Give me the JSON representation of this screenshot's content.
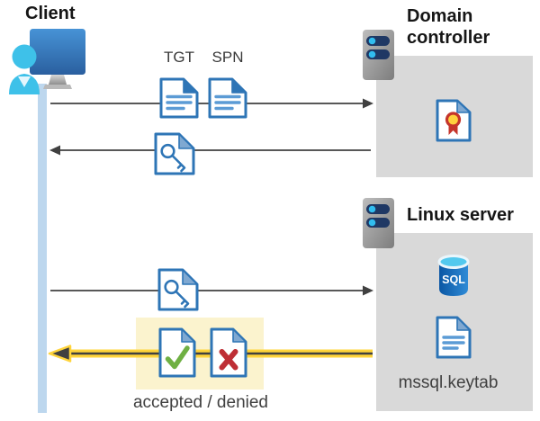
{
  "diagram": {
    "client": {
      "title": "Client"
    },
    "domain_controller": {
      "title": "Domain controller"
    },
    "linux_server": {
      "title": "Linux server",
      "sql_label": "SQL",
      "keytab_label": "mssql.keytab"
    },
    "messages": {
      "tgt_label": "TGT",
      "spn_label": "SPN",
      "result_label": "accepted / denied"
    }
  },
  "icons": {
    "client": "client-user-monitor-icon",
    "server": "server-icon",
    "ticket_document": "ticket-document-icon",
    "key_ticket": "key-ticket-document-icon",
    "certificate": "certificate-document-icon",
    "sql_database": "sql-database-icon",
    "accepted": "accepted-check-document-icon",
    "denied": "denied-cross-document-icon"
  },
  "colors": {
    "doc_blue": "#2E75B6",
    "doc_line_blue": "#5B9BD5",
    "doc_fold_blue": "#7FA8D1",
    "box_gray": "#D9D9D9",
    "arrow_gray": "#404040",
    "lifeline_blue": "#BDD7EE",
    "highlight_yellow": "#FBF3CE",
    "arrow_yellow": "#FFD43B",
    "check_green": "#6FB043",
    "cross_red": "#BE2E35",
    "server_navy": "#1F3864",
    "server_dot_cyan": "#31BDEF",
    "text_dark": "#404040",
    "sql_blue": "#1565B8",
    "sql_top_cyan": "#53C9EE",
    "person_cyan": "#3EC1E9",
    "cert_red": "#C5352B",
    "cert_yellow": "#FFD23E"
  }
}
